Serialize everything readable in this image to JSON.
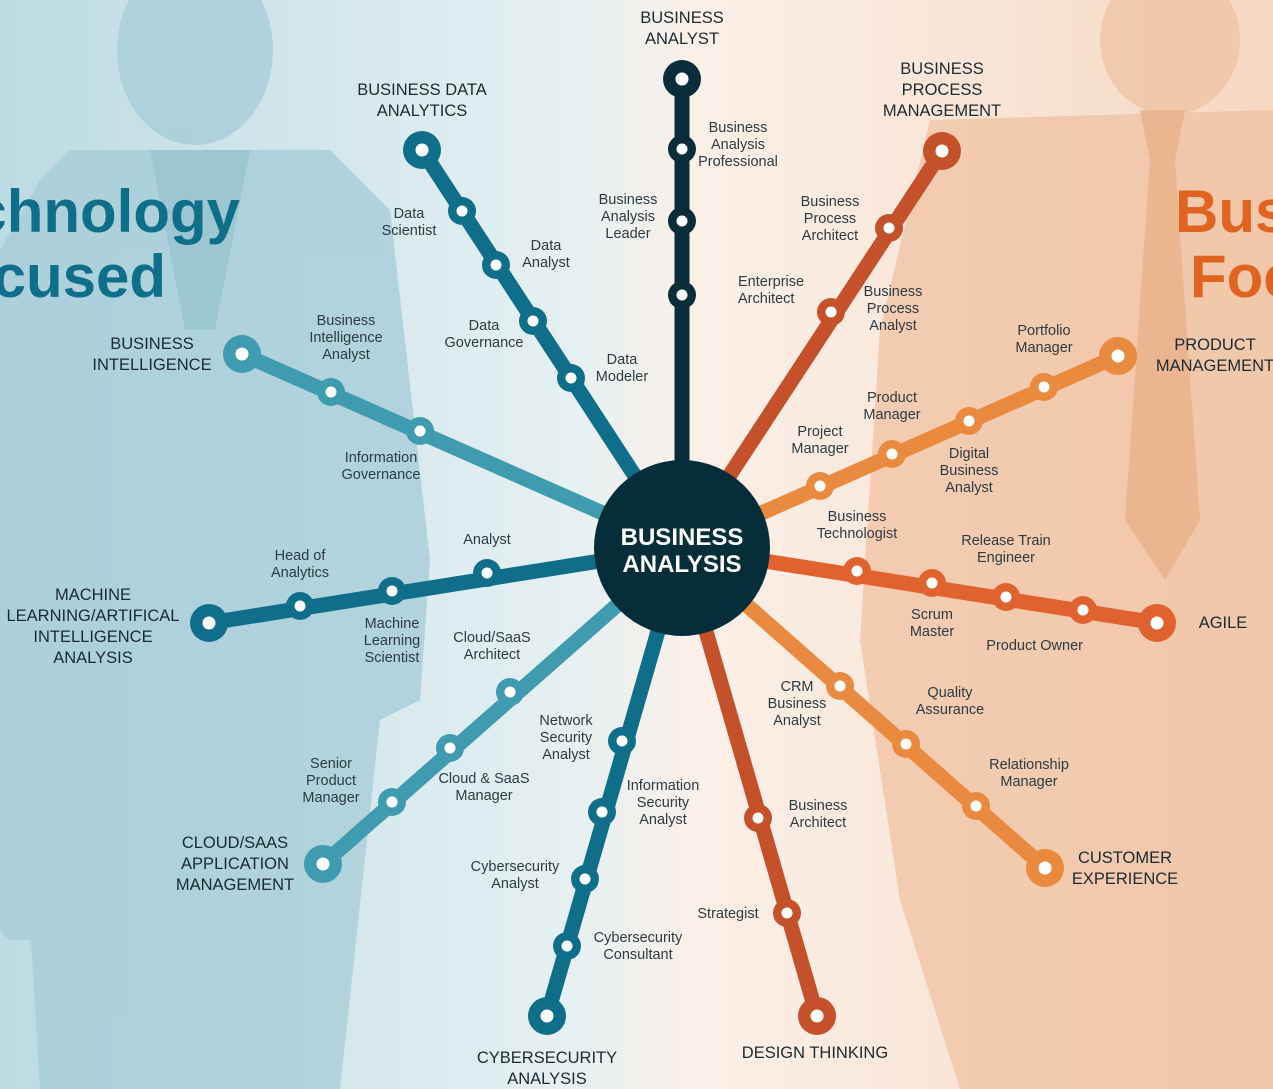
{
  "left_heading": [
    "Technology",
    "Focused"
  ],
  "right_heading": [
    "Business",
    "Focused"
  ],
  "hub": {
    "line1": "BUSINESS",
    "line2": "ANALYSIS"
  },
  "colors": {
    "hub": "#062e3a",
    "business_analyst": "#0b2d39",
    "teal_dark": "#0f6e8a",
    "teal_light": "#3f9bb0",
    "orange_dark": "#c4512a",
    "orange_mid": "#e0632f",
    "orange_light": "#e98a3f",
    "left_heading": "#0f6e8a",
    "right_heading": "#e0631f"
  },
  "branches": [
    {
      "id": "business-analyst",
      "title": [
        "BUSINESS",
        "ANALYST"
      ],
      "color": "business_analyst",
      "stations": [
        "Enterprise Architect",
        "Business Analysis Leader",
        "Business Analysis Professional"
      ]
    },
    {
      "id": "business-process-management",
      "title": [
        "BUSINESS",
        "PROCESS",
        "MANAGEMENT"
      ],
      "color": "orange_dark",
      "stations": [
        "Business Process Analyst",
        "Business Process Architect"
      ]
    },
    {
      "id": "product-management",
      "title": [
        "PRODUCT",
        "MANAGEMENT"
      ],
      "color": "orange_light",
      "stations": [
        "Project Manager",
        "Product Manager",
        "Digital Business Analyst",
        "Portfolio Manager"
      ]
    },
    {
      "id": "agile",
      "title": [
        "AGILE"
      ],
      "color": "orange_mid",
      "stations": [
        "Business Technologist",
        "Scrum Master",
        "Release Train Engineer",
        "Product Owner"
      ]
    },
    {
      "id": "customer-experience",
      "title": [
        "CUSTOMER",
        "EXPERIENCE"
      ],
      "color": "orange_light",
      "stations": [
        "CRM Business Analyst",
        "Quality Assurance",
        "Relationship Manager"
      ]
    },
    {
      "id": "design-thinking",
      "title": [
        "DESIGN THINKING"
      ],
      "color": "orange_dark",
      "stations": [
        "Business Architect",
        "Strategist"
      ]
    },
    {
      "id": "cybersecurity-analysis",
      "title": [
        "CYBERSECURITY",
        "ANALYSIS"
      ],
      "color": "teal_dark",
      "stations": [
        "Network Security Analyst",
        "Information Security Analyst",
        "Cybersecurity Analyst",
        "Cybersecurity Consultant"
      ]
    },
    {
      "id": "cloud-saas-application-management",
      "title": [
        "CLOUD/SAAS",
        "APPLICATION",
        "MANAGEMENT"
      ],
      "color": "teal_light",
      "stations": [
        "Cloud/SaaS Architect",
        "Cloud & SaaS Manager",
        "Senior Product Manager"
      ]
    },
    {
      "id": "machine-learning-ai-analysis",
      "title": [
        "MACHINE",
        "LEARNING/ARTIFICAL",
        "INTELLIGENCE",
        "ANALYSIS"
      ],
      "color": "teal_dark",
      "stations": [
        "Analyst",
        "Machine Learning Scientist",
        "Head of Analytics"
      ]
    },
    {
      "id": "business-intelligence",
      "title": [
        "BUSINESS",
        "INTELLIGENCE"
      ],
      "color": "teal_light",
      "stations": [
        "Information Governance",
        "Business Intelligence Analyst"
      ]
    },
    {
      "id": "business-data-analytics",
      "title": [
        "BUSINESS DATA",
        "ANALYTICS"
      ],
      "color": "teal_dark",
      "stations": [
        "Data Modeler",
        "Data Governance",
        "Data Analyst",
        "Data Scientist"
      ]
    }
  ]
}
